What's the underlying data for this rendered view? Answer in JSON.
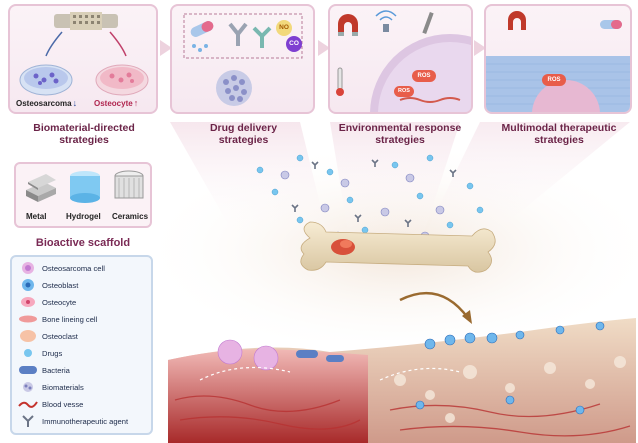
{
  "top_panels": [
    {
      "caption": "Biomaterial-directed strategies"
    },
    {
      "caption": "Drug delivery strategies"
    },
    {
      "caption": "Environmental response strategies"
    },
    {
      "caption": "Multimodal therapeutic strategies"
    }
  ],
  "panel1": {
    "label_left": "Osteosarcoma",
    "label_right": "Osteocyte"
  },
  "panel2": {
    "badge_no": "NO",
    "badge_co": "CO"
  },
  "ros_labels": [
    "ROS",
    "ROS",
    "ROS"
  ],
  "scaffold": {
    "title": "Bioactive scaffold",
    "items": [
      "Metal",
      "Hydrogel",
      "Ceramics"
    ]
  },
  "legend": {
    "items": [
      {
        "label": "Osteosarcoma cell"
      },
      {
        "label": "Osteoblast"
      },
      {
        "label": "Osteocyte"
      },
      {
        "label": "Bone lineing cell"
      },
      {
        "label": "Osteoclast"
      },
      {
        "label": "Drugs"
      },
      {
        "label": "Bacteria"
      },
      {
        "label": "Biomaterials"
      },
      {
        "label": "Blood vesse"
      },
      {
        "label": "Immunotherapeutic agent"
      }
    ]
  },
  "colors": {
    "accent": "#7a2a55",
    "panel_border": "#e7c4d6",
    "legend_border": "#c7d7ea"
  }
}
